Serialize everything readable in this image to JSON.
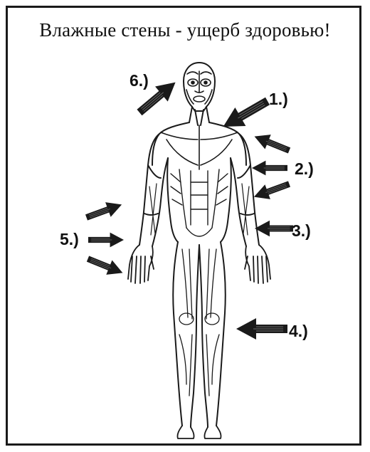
{
  "title": "Влажные стены - ущерб здоровью!",
  "markers": [
    {
      "label": "1.)"
    },
    {
      "label": "2.)"
    },
    {
      "label": "3.)"
    },
    {
      "label": "4.)"
    },
    {
      "label": "5.)"
    },
    {
      "label": "6.)"
    }
  ],
  "colors": {
    "ink": "#111111",
    "arrow": "#1a1a1a",
    "paper": "#ffffff"
  }
}
